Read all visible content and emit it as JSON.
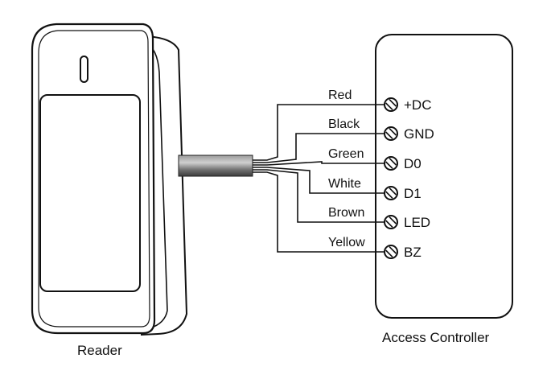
{
  "reader": {
    "label": "Reader"
  },
  "controller": {
    "label": "Access Controller"
  },
  "connections": [
    {
      "wire": "Red",
      "terminal": "+DC"
    },
    {
      "wire": "Black",
      "terminal": "GND"
    },
    {
      "wire": "Green",
      "terminal": "D0"
    },
    {
      "wire": "White",
      "terminal": "D1"
    },
    {
      "wire": "Brown",
      "terminal": "LED"
    },
    {
      "wire": "Yellow",
      "terminal": "BZ"
    }
  ],
  "colors": {
    "line": "#111111",
    "cable": "#7a7a7a",
    "background": "#ffffff"
  }
}
